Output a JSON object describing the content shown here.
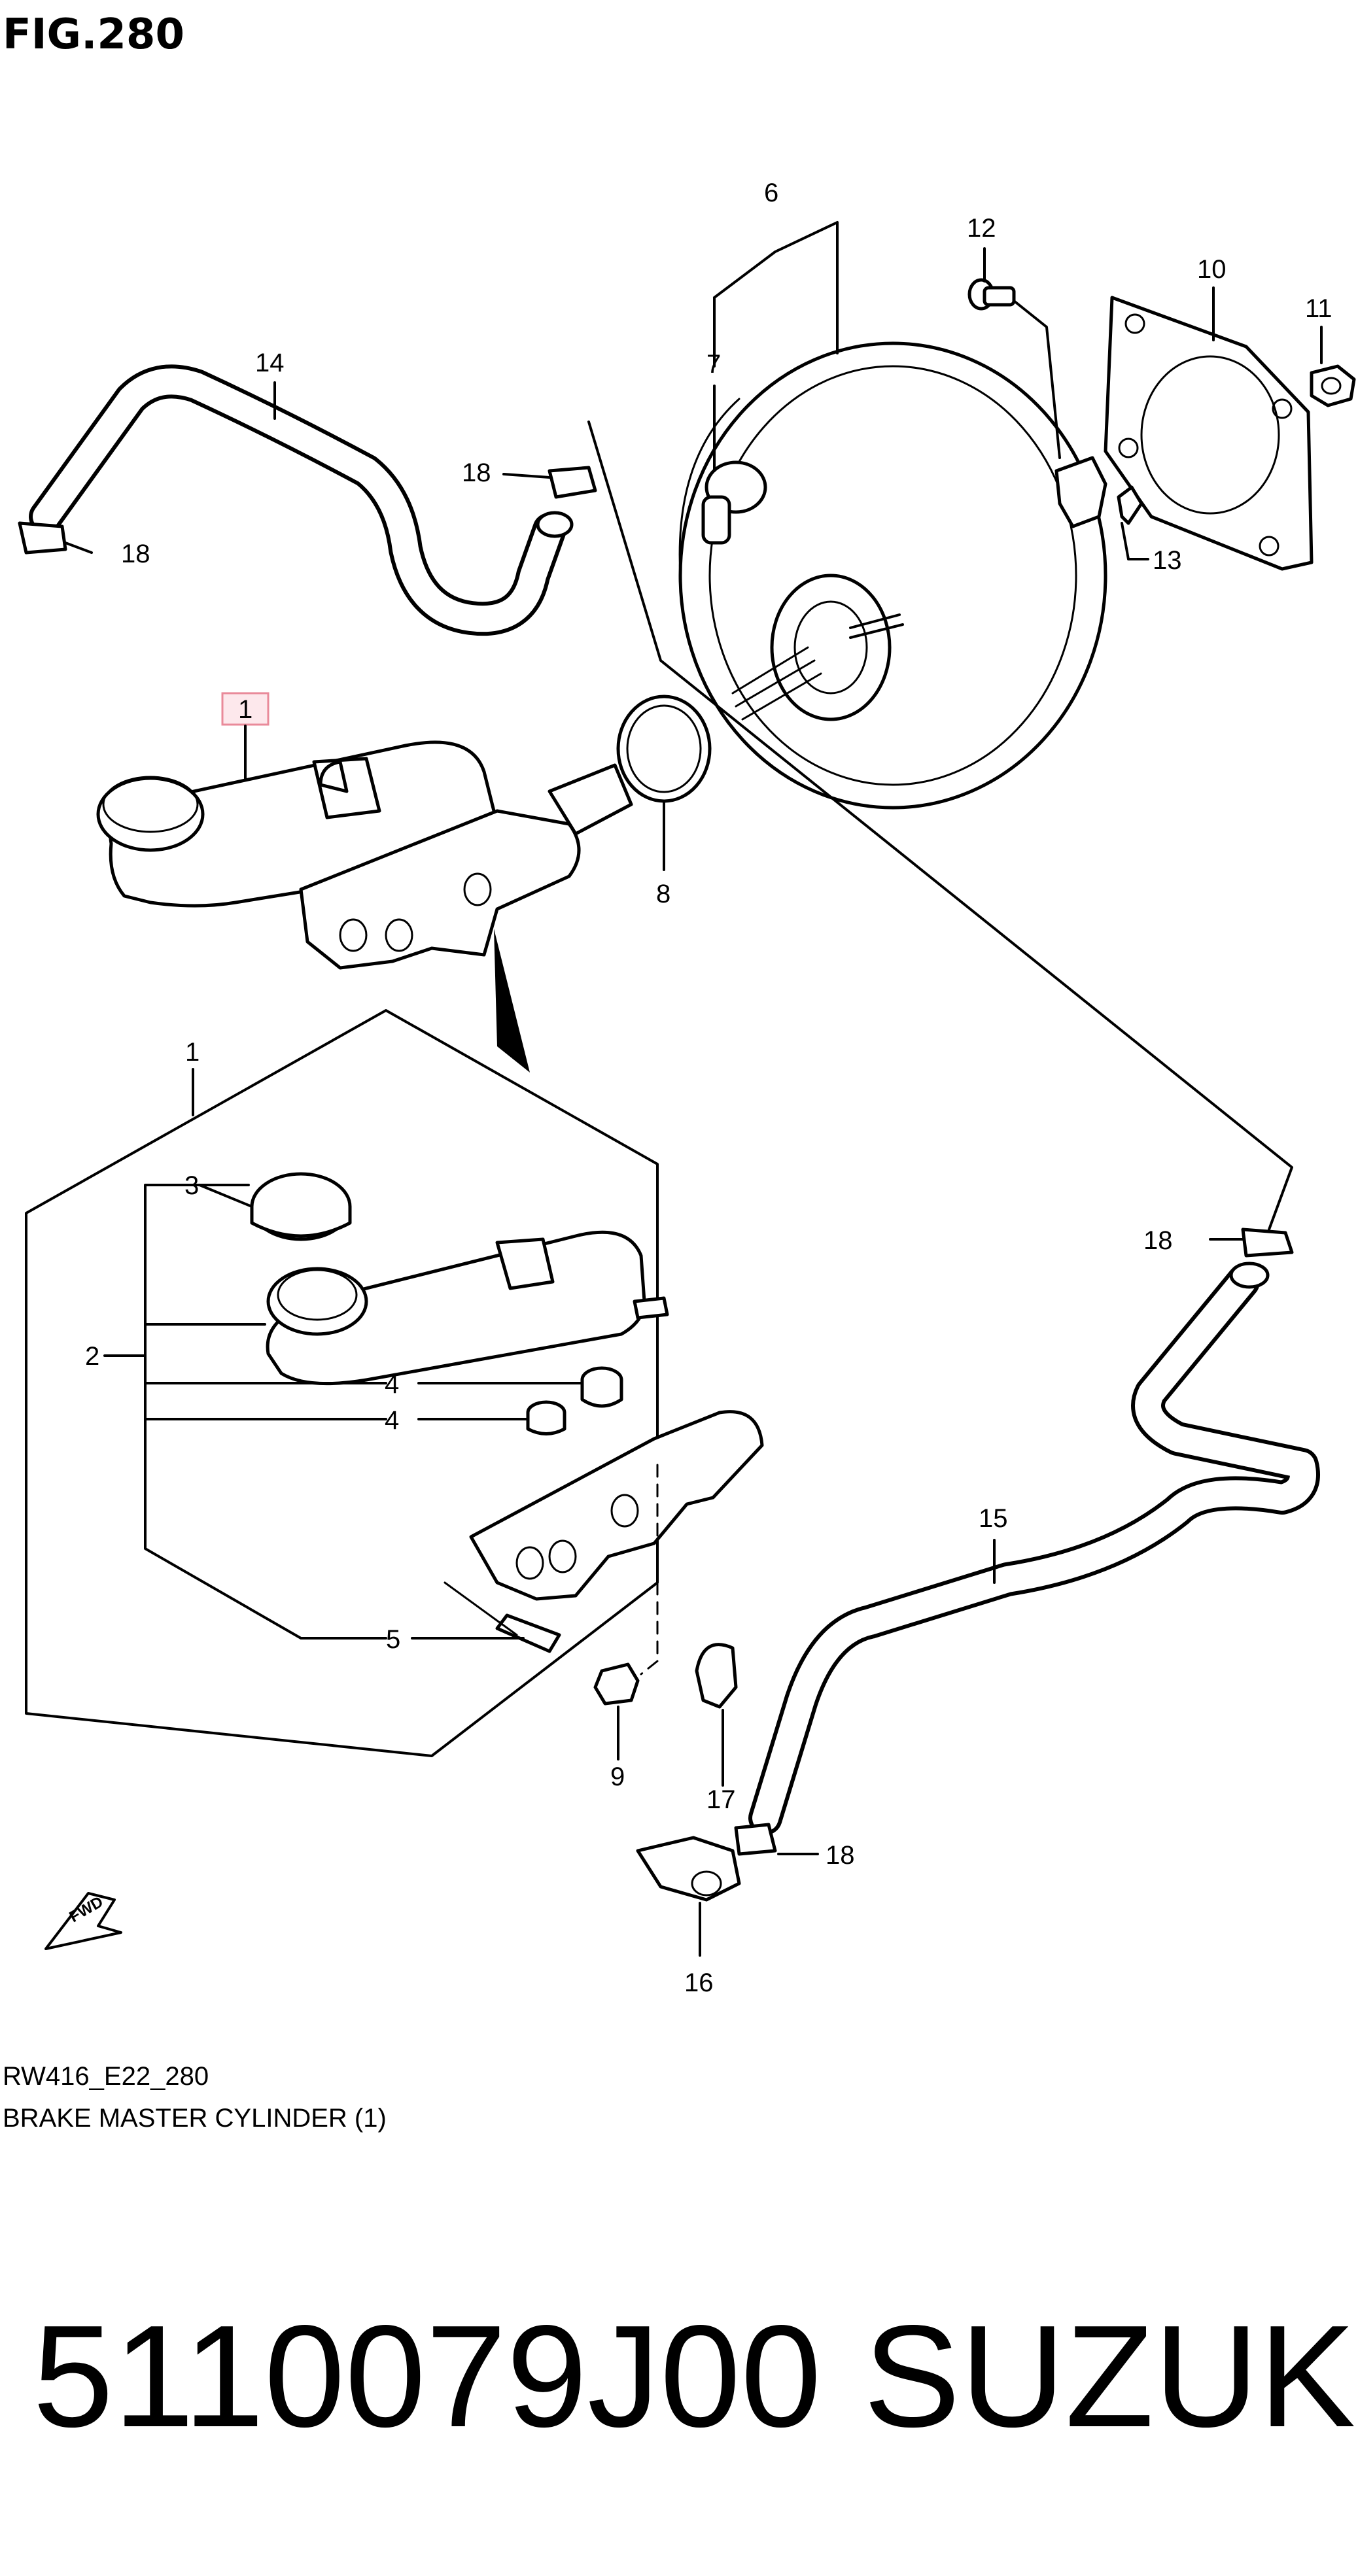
{
  "figure": {
    "title": "FIG.280",
    "diagram_code": "RW416_E22_280",
    "description": "BRAKE MASTER CYLINDER (1)"
  },
  "part_number": "5110079J00",
  "brand": "SUZUKI",
  "direction_label": "FWD",
  "highlight_color": "#e98a9a",
  "callouts": {
    "c1_top": "1",
    "c1": "1",
    "c2": "2",
    "c3": "3",
    "c4a": "4",
    "c4b": "4",
    "c5": "5",
    "c6": "6",
    "c7": "7",
    "c8": "8",
    "c9": "9",
    "c10": "10",
    "c11": "11",
    "c12": "12",
    "c13": "13",
    "c14": "14",
    "c15": "15",
    "c16": "16",
    "c17": "17",
    "c18a": "18",
    "c18b": "18",
    "c18c": "18",
    "c18d": "18"
  }
}
